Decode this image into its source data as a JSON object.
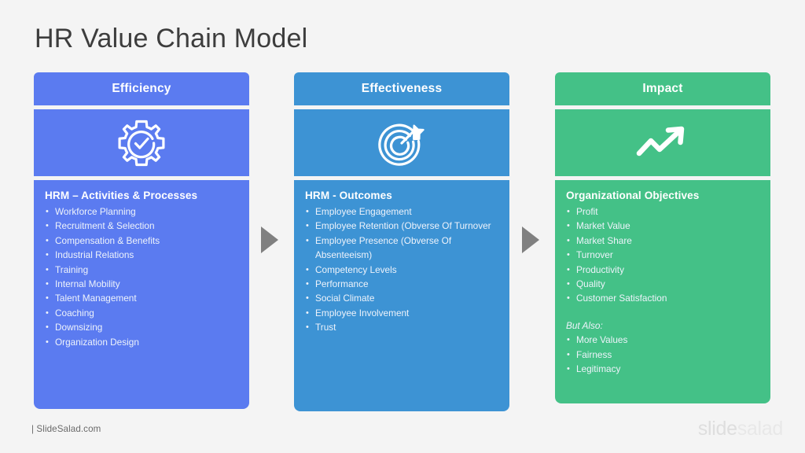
{
  "slide": {
    "title": "HR Value Chain Model",
    "background_color": "#f4f4f4"
  },
  "columns": [
    {
      "key": "efficiency",
      "header": "Efficiency",
      "color": "#5b7bf0",
      "icon": "gear-check-icon",
      "body_title": "HRM – Activities & Processes",
      "bullets": [
        "Workforce Planning",
        "Recruitment & Selection",
        "Compensation & Benefits",
        "Industrial Relations",
        "Training",
        "Internal Mobility",
        "Talent Management",
        "Coaching",
        "Downsizing",
        "Organization Design"
      ]
    },
    {
      "key": "effectiveness",
      "header": "Effectiveness",
      "color": "#3d93d4",
      "icon": "target-arrow-icon",
      "body_title": "HRM - Outcomes",
      "bullets": [
        "Employee Engagement",
        "Employee Retention (Obverse Of Turnover",
        "Employee Presence (Obverse Of Absenteeism)",
        "Competency Levels",
        "Performance",
        "Social Climate",
        "Employee Involvement",
        "Trust"
      ]
    },
    {
      "key": "impact",
      "header": "Impact",
      "color": "#44c187",
      "icon": "growth-arrow-icon",
      "body_title": "Organizational Objectives",
      "bullets": [
        "Profit",
        "Market Value",
        "Market Share",
        "Turnover",
        "Productivity",
        "Quality",
        "Customer Satisfaction"
      ],
      "sub_note": "But Also:",
      "sub_bullets": [
        "More Values",
        "Fairness",
        "Legitimacy"
      ]
    }
  ],
  "connectors": [
    {
      "name": "arrow-efficiency-to-effectiveness",
      "color": "#808080"
    },
    {
      "name": "arrow-effectiveness-to-impact",
      "color": "#808080"
    }
  ],
  "footer": {
    "credit": "| SlideSalad.com",
    "watermark_part1": "slide",
    "watermark_part2": "salad"
  }
}
